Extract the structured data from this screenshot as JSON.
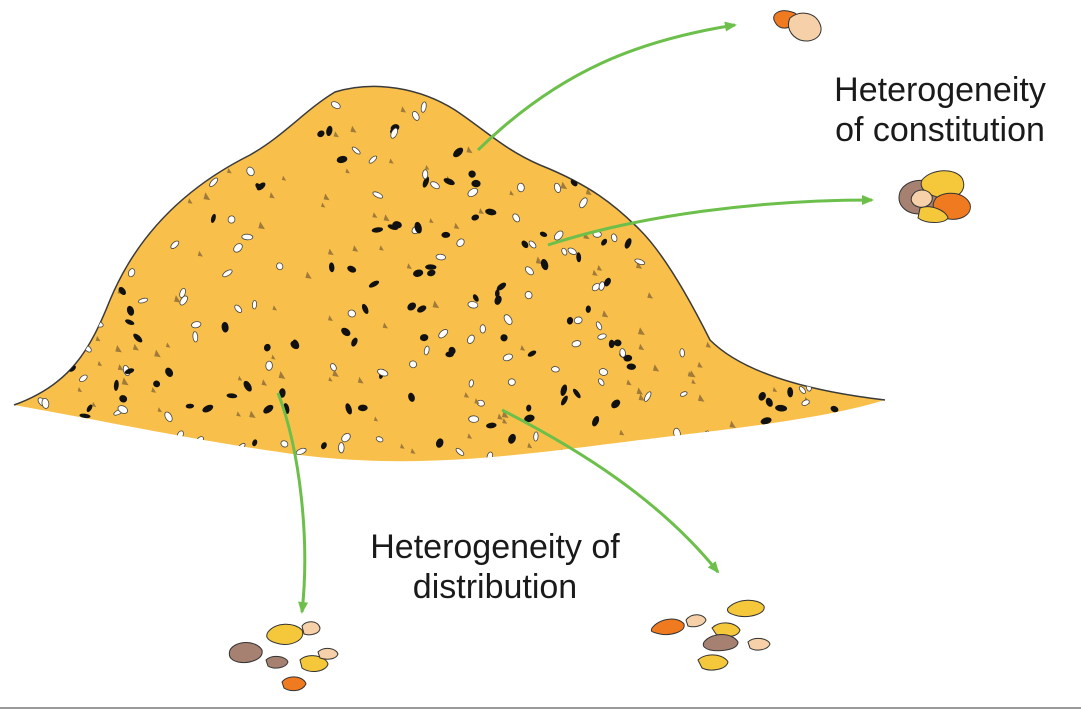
{
  "labels": {
    "constitution_line1": "Heterogeneity",
    "constitution_line2": "of constitution",
    "distribution_line1": "Heterogeneity of",
    "distribution_line2": "distribution"
  },
  "colors": {
    "pile": "#f8c04a",
    "pile_outline": "#3a3a3a",
    "arrow": "#6cbf4a",
    "dark_particle": "#111111",
    "light_particle": "#ffffff",
    "brown_triangle": "#a07a3a",
    "grain_orange": "#f07a20",
    "grain_peach": "#f6d0a8",
    "grain_yellow": "#f4c83a",
    "grain_brown": "#a68070"
  }
}
